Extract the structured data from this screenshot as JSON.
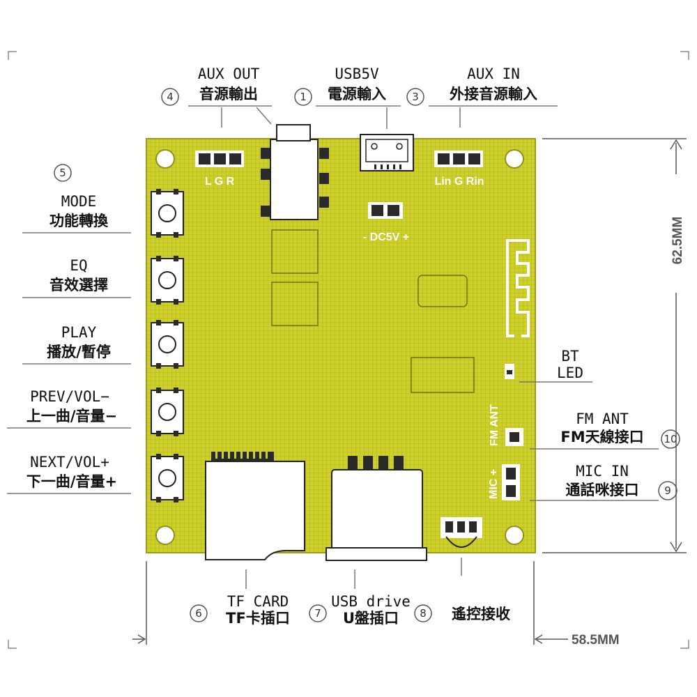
{
  "colors": {
    "board": "#cfd12a",
    "board_dark": "#8e9018",
    "pad": "#2a2a2a",
    "line": "#777777"
  },
  "icons": {
    "bluetooth_antenna": "meander-antenna-trace",
    "mounting_hole": "circle"
  },
  "top": {
    "aux_out": {
      "num": "4",
      "en": "AUX OUT",
      "cn": "音源輸出"
    },
    "usb5v": {
      "num": "1",
      "en": "USB5V",
      "cn": "電源輸入"
    },
    "aux_in": {
      "num": "3",
      "en": "AUX IN",
      "cn": "外接音源輸入"
    }
  },
  "left": {
    "num5": "5",
    "mode": {
      "en": "MODE",
      "cn": "功能轉換"
    },
    "eq": {
      "en": "EQ",
      "cn": "音效選擇"
    },
    "play": {
      "en": "PLAY",
      "cn": "播放/暫停"
    },
    "prev": {
      "en": "PREV/VOL−",
      "cn": "上一曲/音量−"
    },
    "next": {
      "en": "NEXT/VOL+",
      "cn": "下一曲/音量+"
    }
  },
  "right": {
    "bt": {
      "line1": "BT",
      "line2": "LED"
    },
    "fm_ant": {
      "en": "FM ANT",
      "cn": "FM天線接口",
      "num": "10"
    },
    "mic_in": {
      "en": "MIC IN",
      "cn": "通話咪接口",
      "num": "9"
    }
  },
  "bottom": {
    "tf": {
      "num": "6",
      "en": "TF CARD",
      "cn": "TF卡插口"
    },
    "usb": {
      "num": "7",
      "en": "USB drive",
      "cn": "U盤插口"
    },
    "ir": {
      "num": "8",
      "cn": "遙控接收"
    }
  },
  "board_text": {
    "aux_out_pins": "L G R",
    "aux_in_pins": "Lin G Rin",
    "dc5v": "- DC5V +",
    "fm_ant": "FM ANT",
    "mic": "MIC +"
  },
  "dimensions": {
    "height": "62.5MM",
    "width": "58.5MM"
  }
}
